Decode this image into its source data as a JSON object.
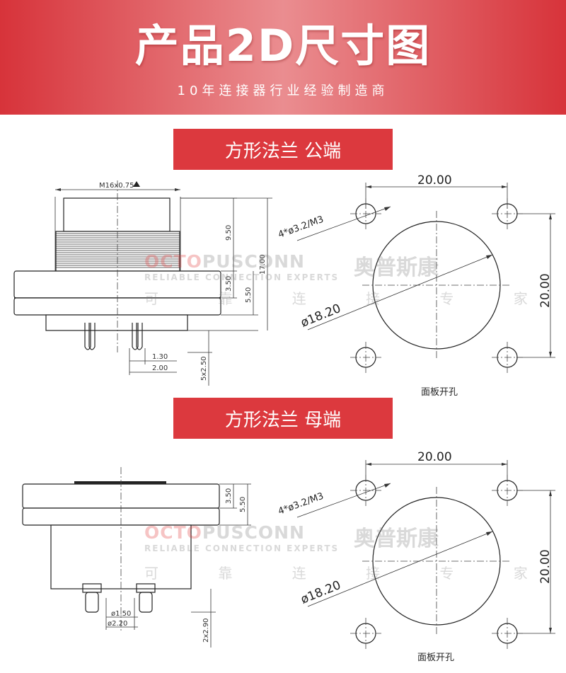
{
  "header": {
    "title": "产品2D尺寸图",
    "subtitle": "10年连接器行业经验制造商"
  },
  "colors": {
    "accent": "#dc393e",
    "header_light": "#ea8d90"
  },
  "watermark": {
    "brand_prefix": "OCTO",
    "brand_rest": "PUSCONN",
    "brand_cn": "奥普斯康",
    "tagline": "RELIABLE CONNECTION EXPERTS",
    "slogan": "可 靠 连 接 专 家"
  },
  "sections": [
    {
      "title": "方形法兰 公端",
      "side_view": {
        "thread_label": "M16x0.75",
        "dims": [
          "9.50",
          "3.50",
          "5.50",
          "17.00",
          "1.30",
          "2.00",
          "5x2.50"
        ]
      },
      "panel_cutout": {
        "spacing_top": "20.00",
        "spacing_side": "20.00",
        "hole_label": "4*ø3.2/M3",
        "center_hole_label": "ø18.20",
        "caption": "面板开孔"
      }
    },
    {
      "title": "方形法兰 母端",
      "side_view": {
        "dims": [
          "3.50",
          "5.50",
          "ø1.50",
          "ø2.20",
          "2x2.90"
        ]
      },
      "panel_cutout": {
        "spacing_top": "20.00",
        "spacing_side": "20.00",
        "hole_label": "4*ø3.2/M3",
        "center_hole_label": "ø18.20",
        "caption": "面板开孔"
      }
    }
  ]
}
